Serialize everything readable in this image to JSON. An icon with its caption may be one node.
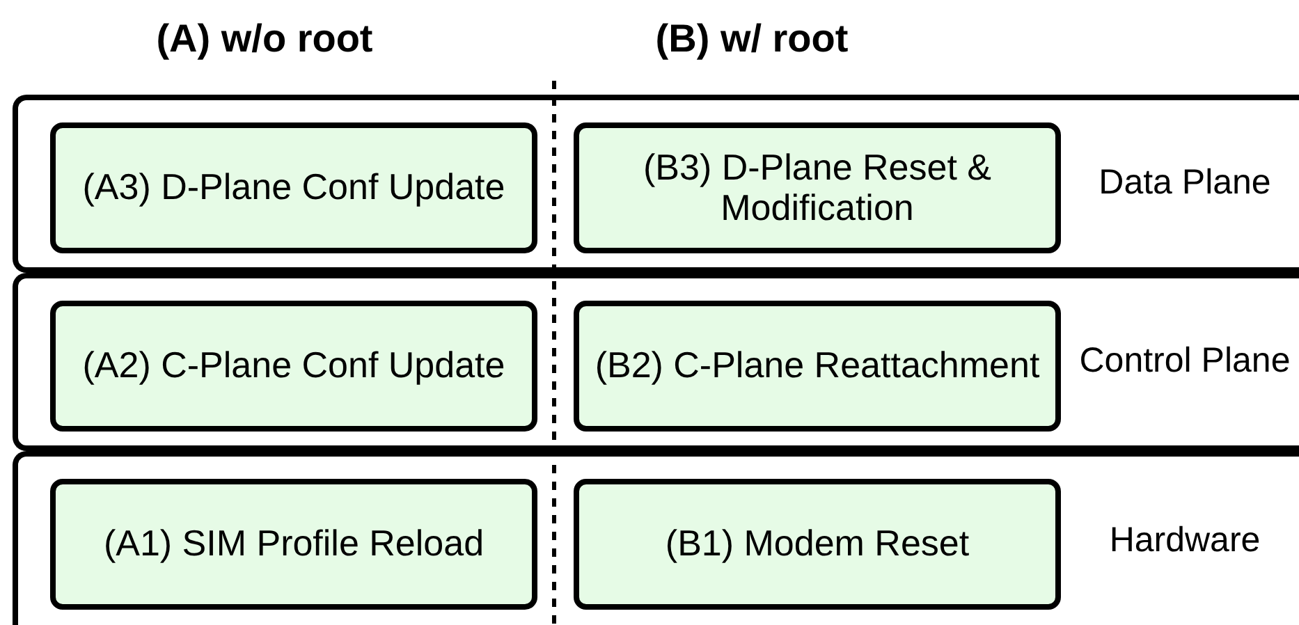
{
  "diagram": {
    "nodes": [
      {
        "text": [
          "Data Plane"
        ]
      },
      {
        "text": [
          "(A3) D-Plane Conf Update"
        ],
        "in": 0
      },
      {
        "text": [
          "(B3) D-Plane Reset & Modification"
        ],
        "in": 0
      },
      {
        "text": [
          "Control Plane"
        ]
      },
      {
        "text": [
          "(A2) C-Plane Conf Update"
        ],
        "in": 3
      },
      {
        "text": [
          "(B2) C-Plane Reattachment"
        ],
        "in": 3
      },
      {
        "text": [
          "Hardware"
        ]
      },
      {
        "text": [
          "(A1) SIM Profile Reload"
        ],
        "in": 6
      },
      {
        "text": [
          "(B1) Modem Reset"
        ],
        "in": 6
      }
    ],
    "labels": [
      "(A) w/o root",
      "(B) w/ root"
    ]
  }
}
